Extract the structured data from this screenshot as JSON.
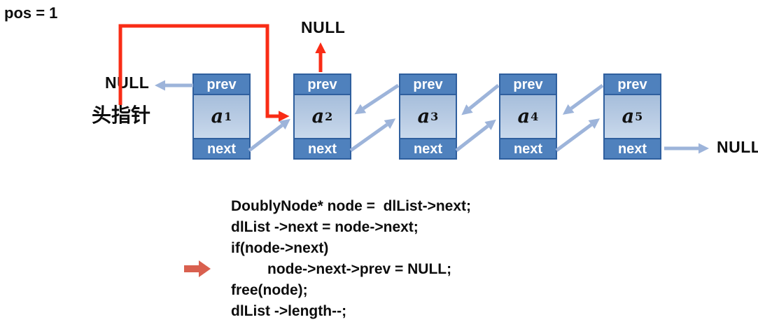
{
  "labels": {
    "pos": "pos = 1",
    "head_pointer": "头指针",
    "null_left": "NULL",
    "null_top": "NULL",
    "null_right": "NULL"
  },
  "nodes": [
    {
      "prev_label": "prev",
      "var": "a",
      "sub": "1",
      "next_label": "next"
    },
    {
      "prev_label": "prev",
      "var": "a",
      "sub": "2",
      "next_label": "next"
    },
    {
      "prev_label": "prev",
      "var": "a",
      "sub": "3",
      "next_label": "next"
    },
    {
      "prev_label": "prev",
      "var": "a",
      "sub": "4",
      "next_label": "next"
    },
    {
      "prev_label": "prev",
      "var": "a",
      "sub": "5",
      "next_label": "next"
    }
  ],
  "code": {
    "lines": [
      {
        "text": "DoublyNode* node =  dlList->next;"
      },
      {
        "text": "dlList ->next = node->next;"
      },
      {
        "text": "if(node->next)"
      },
      {
        "text": "node->next->prev = NULL;"
      },
      {
        "text": "free(node);"
      },
      {
        "text": "dlList ->length--;"
      }
    ]
  },
  "colors": {
    "node_bar_blue": "#4f81bd",
    "node_border_blue": "#2f5f9e",
    "value_cell_light_blue": "#b9cce4",
    "arrow_light_blue": "#9db4da",
    "arrow_red": "#f92c16",
    "code_marker_salmon": "#d9604f",
    "text_black": "#0d0d0d"
  }
}
